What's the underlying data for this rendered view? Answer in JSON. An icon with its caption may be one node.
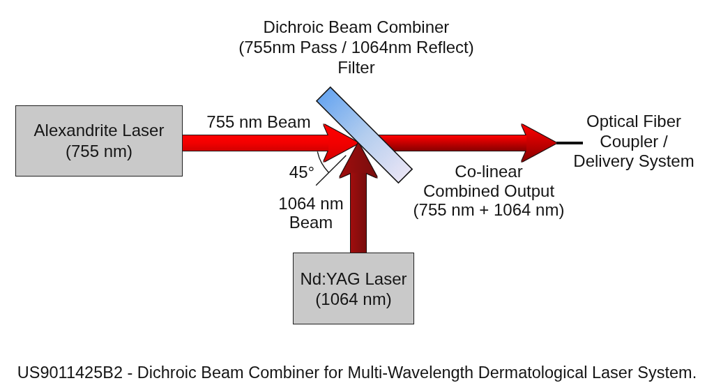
{
  "diagram": {
    "caption": "US9011425B2 - Dichroic Beam Combiner for Multi-Wavelength Dermatological Laser System.",
    "nodes": [
      {
        "text": [
          "Dichroic Beam Combiner (755nm Pass / 1064nm Reflect) Filter"
        ]
      },
      {
        "text": [
          "Alexandrite Laser (755 nm)"
        ]
      },
      {
        "text": [
          "Optical Fiber Coupler / Delivery System"
        ]
      },
      {
        "text": [
          "Nd:YAG Laser (1064 nm)"
        ]
      }
    ],
    "edges": [
      {
        "from": 1,
        "to": 0,
        "arrow": "to",
        "label": "755 nm Beam",
        "style": "thick",
        "color": "#f20000"
      },
      {
        "from": 0,
        "to": 2,
        "arrow": "to",
        "label": "Co-linear Combined Output (755 nm + 1064 nm)",
        "style": "thick",
        "color": "#c40000"
      },
      {
        "from": 3,
        "to": 0,
        "arrow": "to",
        "label": "1064 nm Beam",
        "style": "thick",
        "color": "#8b0a0a"
      }
    ],
    "labels": [
      "45°"
    ]
  }
}
